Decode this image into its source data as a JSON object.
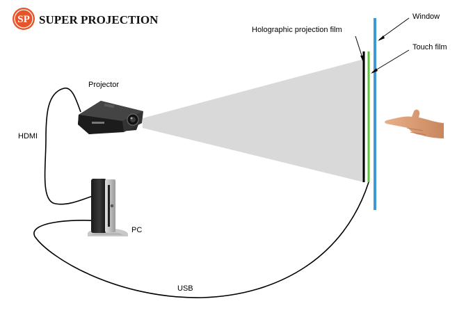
{
  "brand": {
    "logo_letters": "SP",
    "name": "SUPER PROJECTION",
    "logo_color": "#e8542a"
  },
  "labels": {
    "window": "Window",
    "holographic_film": "Holographic projection film",
    "touch_film": "Touch film",
    "projector": "Projector",
    "hdmi": "HDMI",
    "pc": "PC",
    "usb": "USB"
  },
  "colors": {
    "window_line": "#3d9ad9",
    "touch_film_line": "#5cc33b",
    "holographic_film_line": "#000000",
    "projection_beam": "#d9d9d9",
    "cable": "#000000"
  },
  "icons": [
    "projector-icon",
    "pc-icon",
    "hand-pointing-icon"
  ]
}
